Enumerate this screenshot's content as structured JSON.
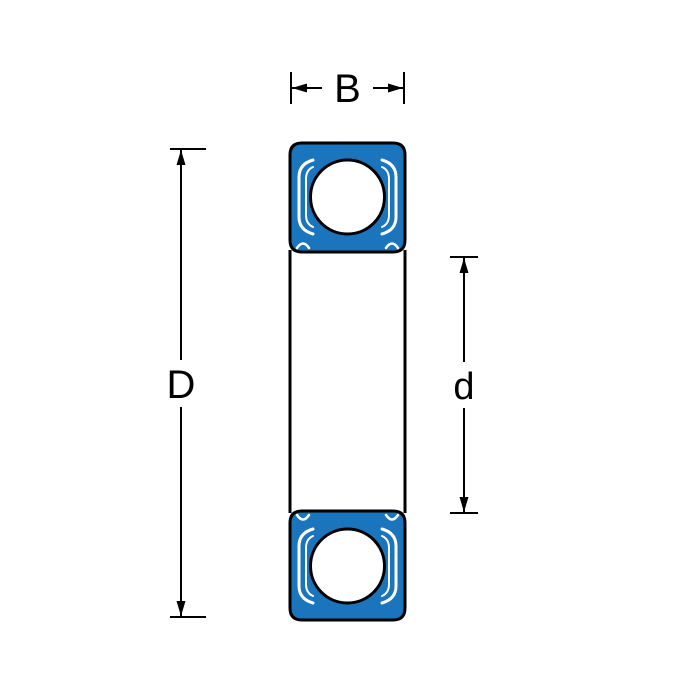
{
  "labels": {
    "width": "B",
    "outer_diameter": "D",
    "bore_diameter": "d"
  },
  "colors": {
    "bearing_blue": "#1b75bc",
    "line_black": "#000000",
    "background": "#ffffff"
  }
}
